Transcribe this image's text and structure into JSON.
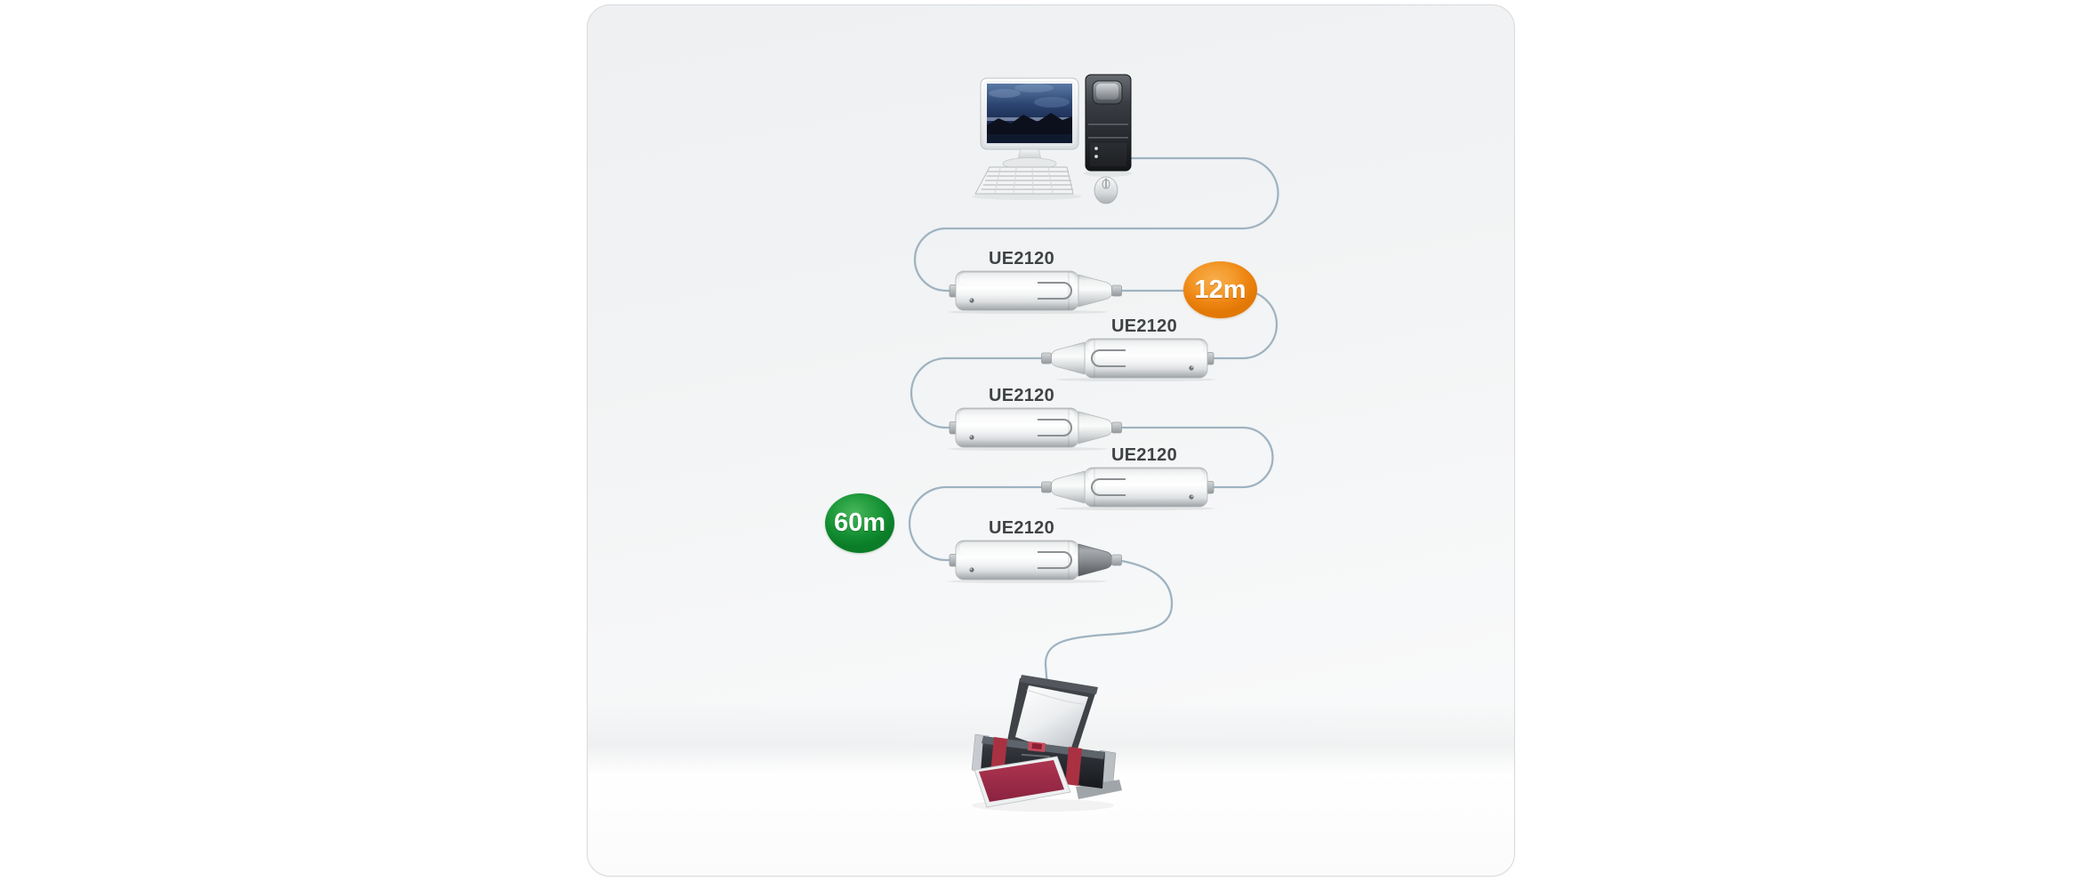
{
  "diagram": {
    "description": "USB extender daisy-chain diagram",
    "devices": [
      {
        "label": "UE2120",
        "orientation": "right"
      },
      {
        "label": "UE2120",
        "orientation": "left"
      },
      {
        "label": "UE2120",
        "orientation": "right"
      },
      {
        "label": "UE2120",
        "orientation": "left"
      },
      {
        "label": "UE2120",
        "orientation": "right"
      }
    ],
    "badges": [
      {
        "label": "12m",
        "color": "#ee8512"
      },
      {
        "label": "60m",
        "color": "#128d32"
      }
    ],
    "endpoints": {
      "source": "desktop-computer",
      "destination": "portable-printer"
    },
    "cable_color": "#9fb3c1"
  }
}
